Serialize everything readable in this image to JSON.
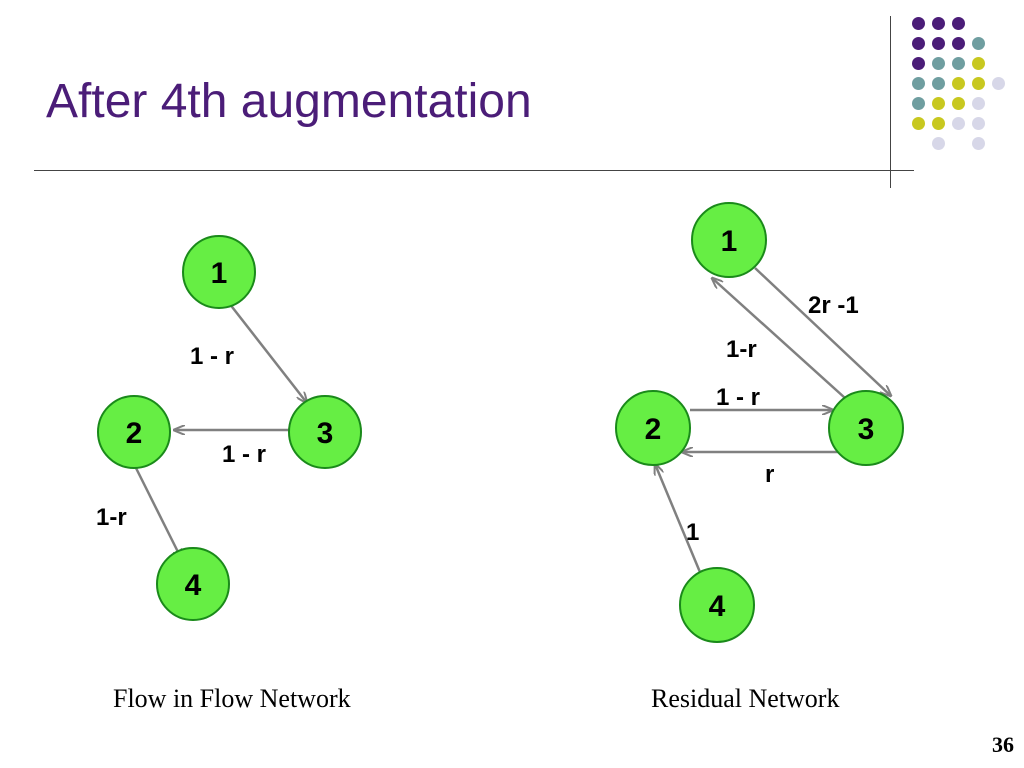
{
  "slide": {
    "title": "After 4th augmentation",
    "page_number": "36",
    "decor_colors": [
      "#4b1d78",
      "#6f9ea0",
      "#c8c820",
      "#d7d7e8"
    ]
  },
  "flow_network": {
    "caption": "Flow in Flow Network",
    "nodes": [
      "1",
      "2",
      "3",
      "4"
    ],
    "edges": [
      {
        "from": "1",
        "to": "3",
        "label": "1 - r"
      },
      {
        "from": "3",
        "to": "2",
        "label": "1 - r"
      },
      {
        "from": "2",
        "to": "4",
        "label": "1-r"
      }
    ]
  },
  "residual_network": {
    "caption": "Residual Network",
    "nodes": [
      "1",
      "2",
      "3",
      "4"
    ],
    "edges": [
      {
        "from": "1",
        "to": "3",
        "label": "2r -1"
      },
      {
        "from": "3",
        "to": "1",
        "label": "1-r"
      },
      {
        "from": "2",
        "to": "3",
        "label": "1 - r"
      },
      {
        "from": "3",
        "to": "2",
        "label": "r"
      },
      {
        "from": "4",
        "to": "2",
        "label": "1"
      }
    ]
  },
  "colors": {
    "node_fill": "#66ee44",
    "node_stroke": "#1a8a1a",
    "edge": "#808080",
    "title": "#4b1d78"
  }
}
